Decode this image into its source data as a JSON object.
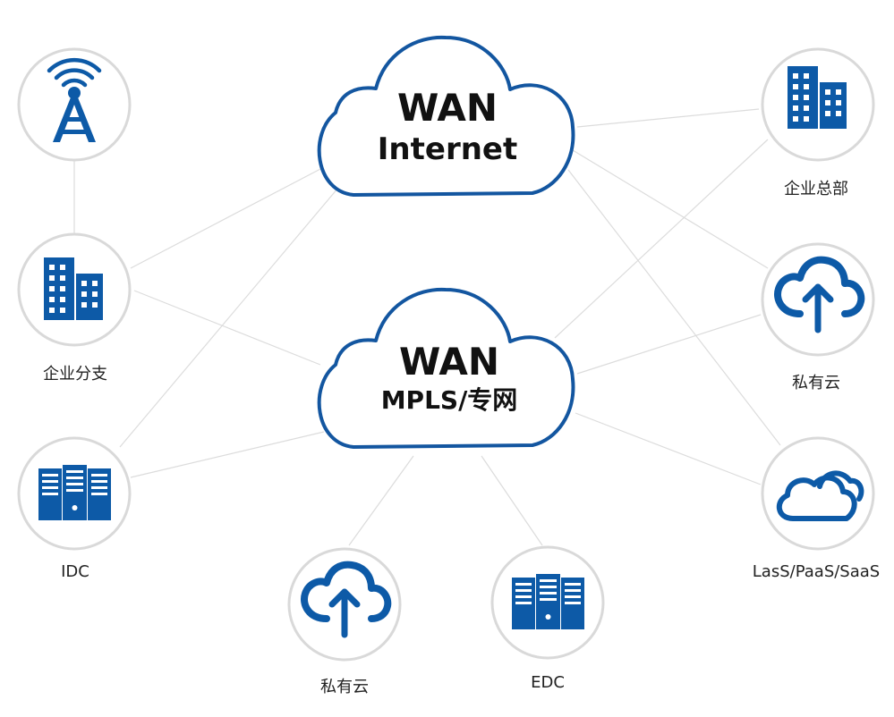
{
  "clouds": {
    "internet": {
      "title": "WAN",
      "subtitle": "Internet"
    },
    "mpls": {
      "title": "WAN",
      "subtitle": "MPLS/专网"
    }
  },
  "nodes": {
    "tower": {
      "label": ""
    },
    "branch": {
      "label": "企业分支"
    },
    "idc": {
      "label": "IDC"
    },
    "private_cloud_bottom": {
      "label": "私有云"
    },
    "edc": {
      "label": "EDC"
    },
    "hq": {
      "label": "企业总部"
    },
    "private_cloud_right": {
      "label": "私有云"
    },
    "public_cloud": {
      "label": "LasS/PaaS/SaaS"
    }
  },
  "colors": {
    "icon_blue": "#0d5aa7",
    "cloud_stroke": "#1356a0",
    "circle_border": "#d9d9d9",
    "connector": "#dcdcdc"
  }
}
